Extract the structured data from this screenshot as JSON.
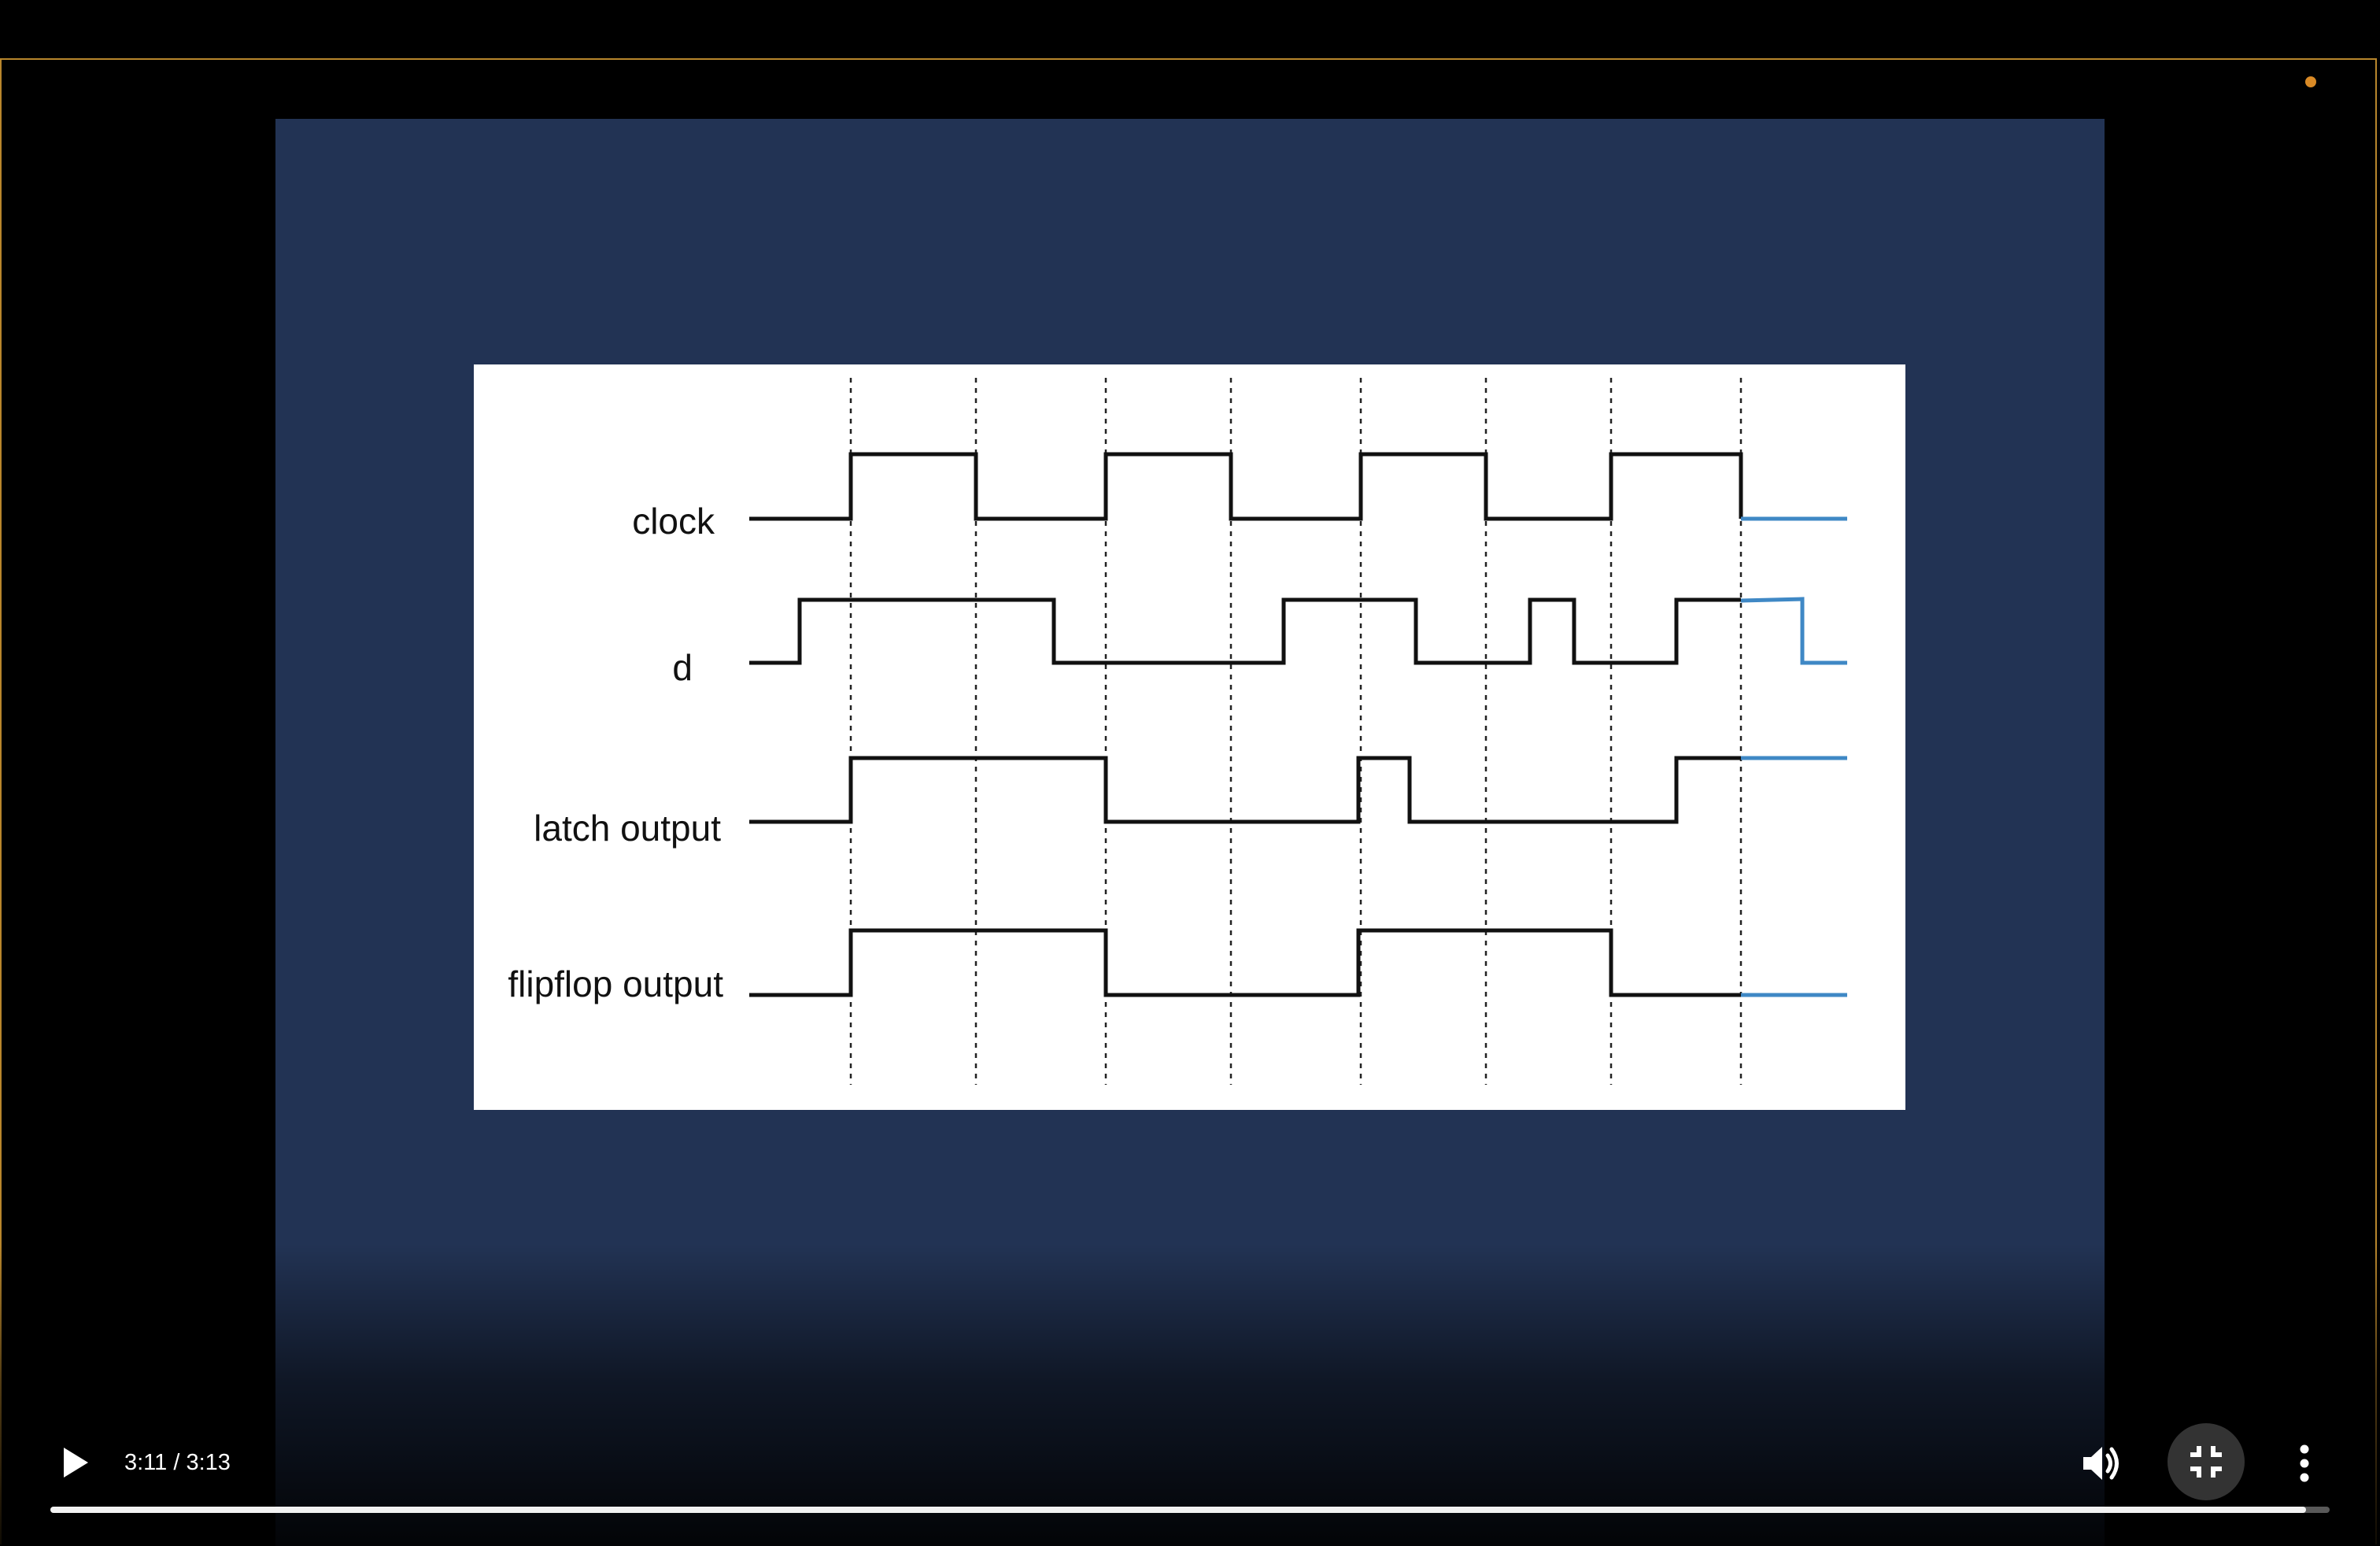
{
  "player": {
    "current_time": "3:11",
    "duration": "3:13",
    "time_text": "3:11 / 3:13",
    "progress_fraction": 0.9896,
    "accent_color": "#b8862c"
  },
  "controls": {
    "play_icon": "play-icon",
    "volume_icon": "volume-icon",
    "fullscreen_icon": "exit-fullscreen-icon",
    "more_icon": "more-vertical-icon"
  },
  "slide": {
    "background_color": "#223354",
    "diagram": {
      "signals": [
        {
          "key": "clock",
          "label": "clock"
        },
        {
          "key": "d",
          "label": "d"
        },
        {
          "key": "latch",
          "label": "latch output"
        },
        {
          "key": "flipflop",
          "label": "flipflop output"
        }
      ],
      "future_color": "#3f88c5"
    }
  }
}
